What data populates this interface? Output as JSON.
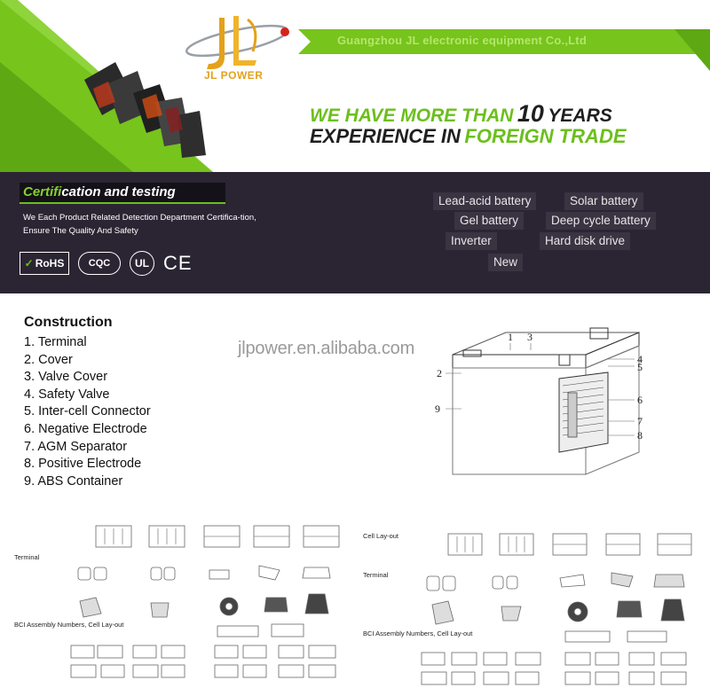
{
  "header": {
    "logo_text": "JL POWER",
    "company_name": "Guangzhou JL electronic equipment Co.,Ltd",
    "slogan": {
      "line1_a": "WE HAVE MORE THAN",
      "line1_num": "10",
      "line1_b": "YEARS",
      "line2_a": "EXPERIENCE IN",
      "line2_b": "FOREIGN TRADE"
    },
    "colors": {
      "accent_green": "#76c41c",
      "logo_orange": "#e4a11b",
      "dark_band": "#2b2533"
    }
  },
  "certification": {
    "title_highlight": "Certifi",
    "title_rest": "cation and testing",
    "description": "We Each Product Related Detection Department Certifica-tion, Ensure The Quality And Safety",
    "logos": [
      "RoHS",
      "CQC",
      "UL",
      "CE"
    ],
    "logo_icons": [
      "rohs-check-icon",
      "cqc-mark-icon",
      "ul-mark-icon",
      "ce-mark-icon"
    ]
  },
  "products": [
    "Lead-acid battery",
    "Solar battery",
    "Gel battery",
    "Deep cycle battery",
    "Inverter",
    "Hard disk drive",
    "New"
  ],
  "construction": {
    "title": "Construction",
    "items": [
      "1. Terminal",
      "2. Cover",
      "3. Valve Cover",
      "4. Safety Valve",
      "5. Inter-cell Connector",
      "6. Negative Electrode",
      "7. AGM Separator",
      "8. Positive Electrode",
      "9. ABS Container"
    ],
    "watermark": "jlpower.en.alibaba.com",
    "diagram_labels": [
      "1",
      "2",
      "3",
      "4",
      "5",
      "6",
      "7",
      "8",
      "9"
    ]
  },
  "drawings": {
    "left": {
      "terminal_label": "Terminal",
      "bci_label": "BCI Assembly Numbers, Cell Lay-out"
    },
    "right": {
      "cell_layout_label": "Cell Lay-out",
      "terminal_label": "Terminal",
      "bci_label": "BCI Assembly Numbers, Cell Lay-out"
    }
  }
}
